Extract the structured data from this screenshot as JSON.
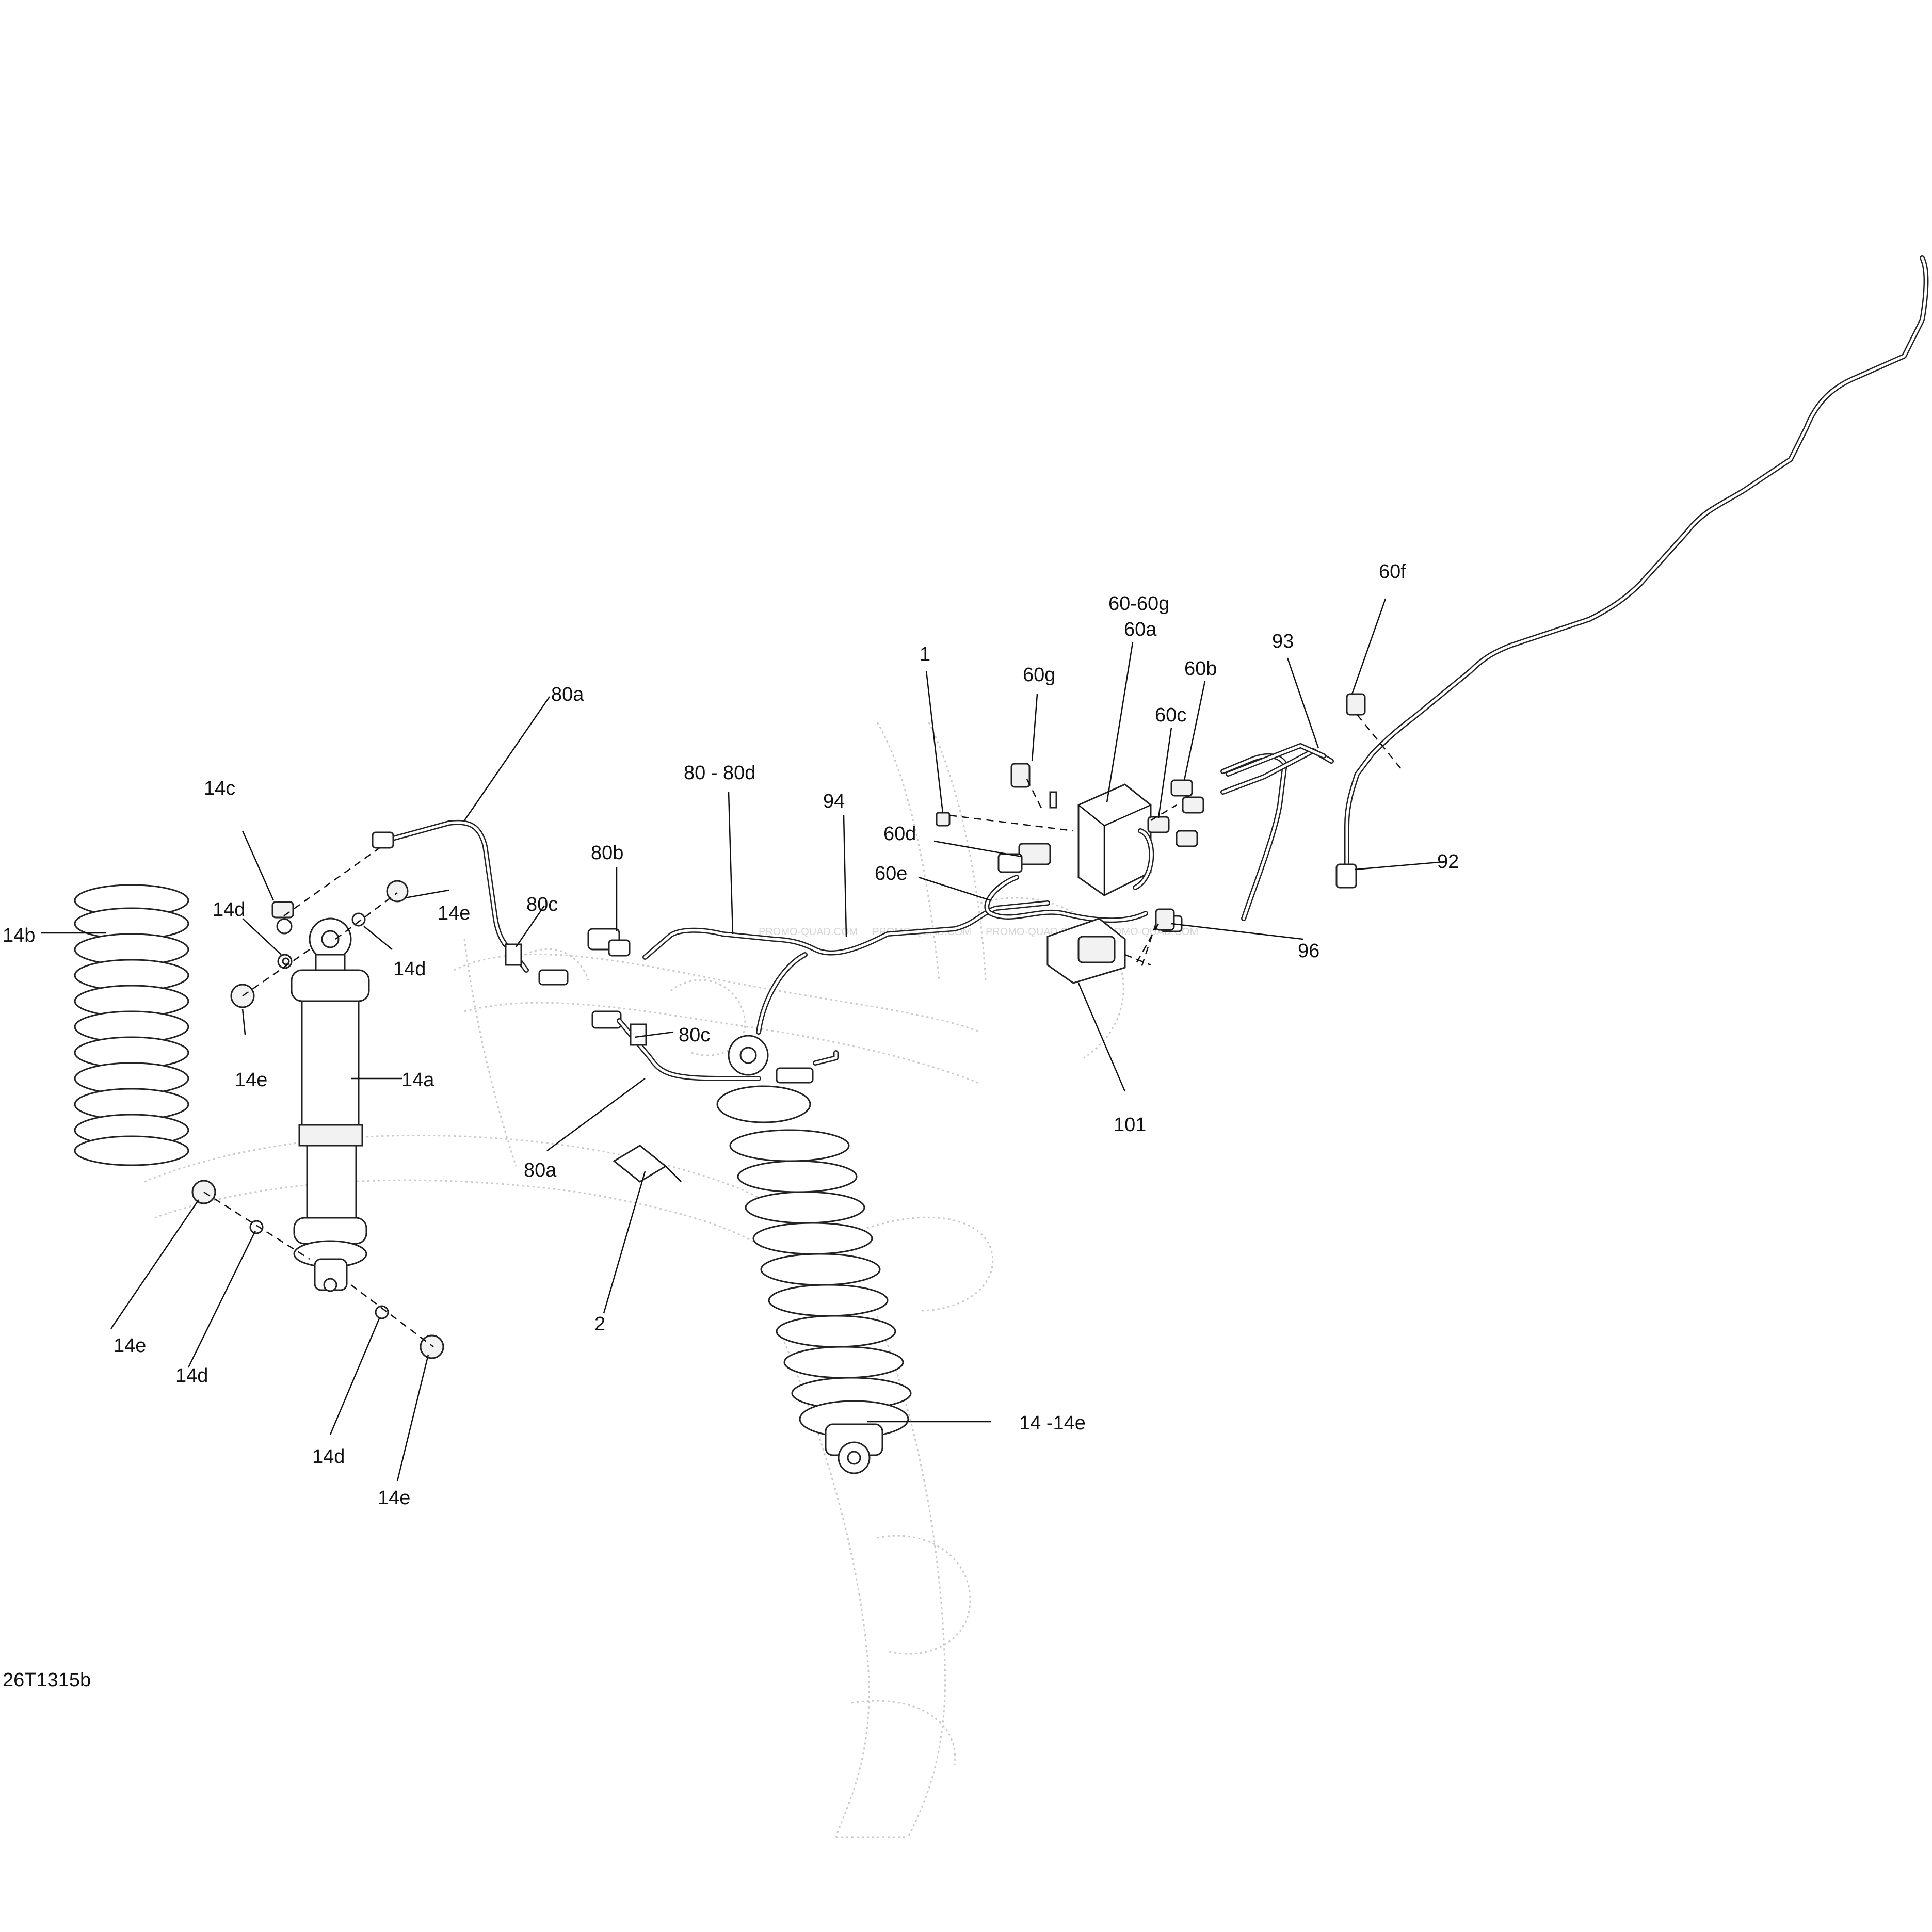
{
  "diagram_code": "26T1315b",
  "watermark": "PROMO-QUAD.COM",
  "callouts": {
    "c1": "1",
    "c2": "2",
    "c14_14e": "14 -14e",
    "c14a": "14a",
    "c14b": "14b",
    "c14c": "14c",
    "c14d_top": "14d",
    "c14d_mid": "14d",
    "c14d_bot_left": "14d",
    "c14d_bot": "14d",
    "c14e_top": "14e",
    "c14e_mid": "14e",
    "c14e_bot_left": "14e",
    "c14e_bot": "14e",
    "c60_60g": "60-60g",
    "c60a": "60a",
    "c60b": "60b",
    "c60c": "60c",
    "c60d": "60d",
    "c60e": "60e",
    "c60f": "60f",
    "c60g": "60g",
    "c80_80d": "80 - 80d",
    "c80a_top": "80a",
    "c80a_bot": "80a",
    "c80b": "80b",
    "c80c_top": "80c",
    "c80c_bot": "80c",
    "c92": "92",
    "c93": "93",
    "c94": "94",
    "c96": "96",
    "c101": "101"
  }
}
